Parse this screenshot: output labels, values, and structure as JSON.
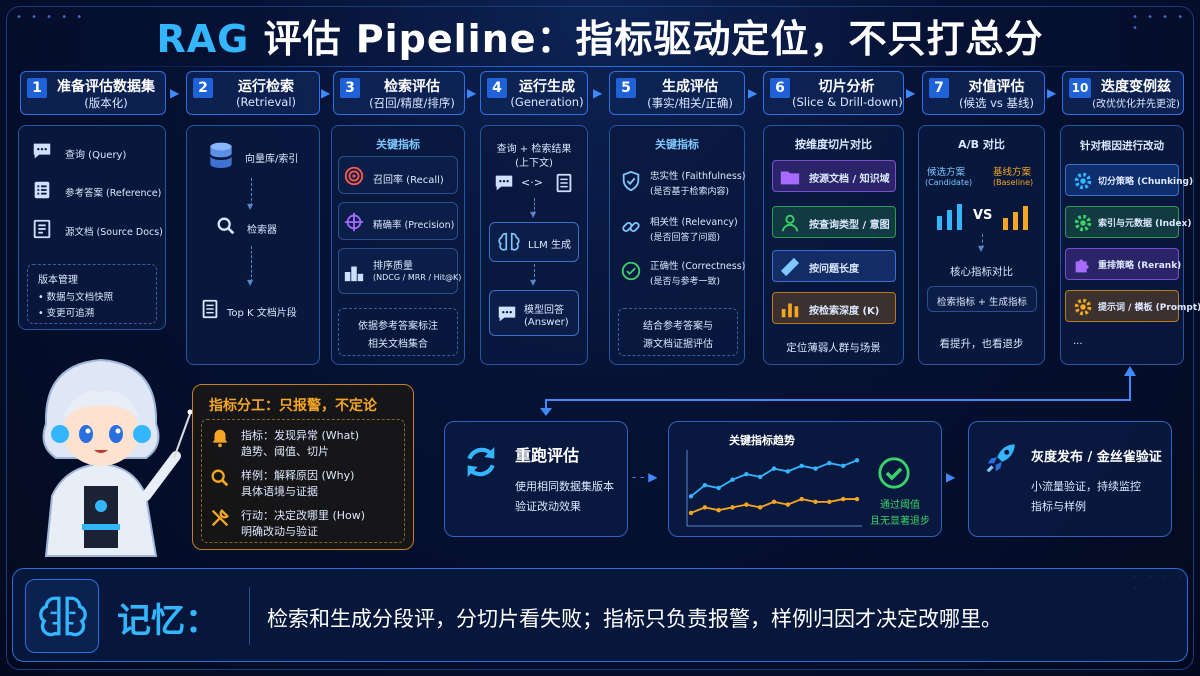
{
  "title": {
    "prefix": "RAG",
    "rest": " 评估 Pipeline：指标驱动定位，不只打总分"
  },
  "steps": [
    {
      "num": "1",
      "title": "准备评估数据集",
      "subtitle": "(版本化)"
    },
    {
      "num": "2",
      "title": "运行检索",
      "subtitle": "(Retrieval)"
    },
    {
      "num": "3",
      "title": "检索评估",
      "subtitle": "(召回/精度/排序)"
    },
    {
      "num": "4",
      "title": "运行生成",
      "subtitle": "(Generation)"
    },
    {
      "num": "5",
      "title": "生成评估",
      "subtitle": "(事实/相关/正确)"
    },
    {
      "num": "6",
      "title": "切片分析",
      "subtitle": "(Slice & Drill-down)"
    },
    {
      "num": "7",
      "title": "对值评估",
      "subtitle": "(候选 vs 基线)"
    },
    {
      "num": "10",
      "title": "迭度变例兹",
      "subtitle": "(改优优化并先更淀)"
    }
  ],
  "p1": {
    "query": "查询 (Query)",
    "reference": "参考答案 (Reference)",
    "source": "源文档 (Source Docs)",
    "version_title": "版本管理",
    "version_1": "• 数据与文档快照",
    "version_2": "• 变更可追溯"
  },
  "p2": {
    "db": "向量库/索引",
    "retriever": "检索器",
    "topk": "Top K 文档片段"
  },
  "p3": {
    "header": "关键指标",
    "m1": "召回率 (Recall)",
    "m2": "精确率 (Precision)",
    "m3": "排序质量",
    "m3_sub": "(NDCG / MRR / Hit@K)",
    "note_1": "依据参考答案标注",
    "note_2": "相关文档集合"
  },
  "p4": {
    "input_1": "查询 + 检索结果",
    "input_2": "(上下文)",
    "llm": "LLM 生成",
    "answer_1": "模型回答",
    "answer_2": "(Answer)"
  },
  "p5": {
    "header": "关键指标",
    "m1": "忠实性 (Faithfulness)",
    "m1_sub": "(是否基于检索内容)",
    "m2": "相关性 (Relevancy)",
    "m2_sub": "(是否回答了问题)",
    "m3": "正确性 (Correctness)",
    "m3_sub": "(是否与参考一致)",
    "note_1": "结合参考答案与",
    "note_2": "源文档证据评估"
  },
  "p6": {
    "header": "按维度切片对比",
    "items": [
      "按源文档 / 知识域",
      "按查询类型 / 意图",
      "按问题长度",
      "按检索深度 (K)"
    ],
    "footer": "定位薄弱人群与场景"
  },
  "p7": {
    "header": "A/B 对比",
    "cand_1": "候选方案",
    "cand_2": "(Candidate)",
    "vs": "VS",
    "base_1": "基线方案",
    "base_2": "(Baseline)",
    "core": "核心指标对比",
    "metrics": "检索指标 + 生成指标",
    "footer": "看提升，也看退步"
  },
  "p8": {
    "header": "针对根因进行改动",
    "items": [
      "切分策略 (Chunking)",
      "索引与元数据 (Index)",
      "重排策略 (Rerank)",
      "提示词 / 模板 (Prompt)"
    ],
    "more": "..."
  },
  "roles": {
    "title": "指标分工：只报警，不定论",
    "r1_title": "指标：发现异常 (What)",
    "r1_sub": "趋势、阈值、切片",
    "r2_title": "样例：解释原因 (Why)",
    "r2_sub": "具体语境与证据",
    "r3_title": "行动：决定改哪里 (How)",
    "r3_sub": "明确改动与验证"
  },
  "rerun": {
    "title": "重跑评估",
    "line1": "使用相同数据集版本",
    "line2": "验证改动效果"
  },
  "trend": {
    "title": "关键指标趋势",
    "pass_1": "通过阈值",
    "pass_2": "且无显著退步"
  },
  "release": {
    "title": "灰度发布 / 金丝雀验证",
    "line1": "小流量验证，持续监控",
    "line2": "指标与样例"
  },
  "memory": {
    "label": "记忆：",
    "text": "检索和生成分段评，分切片看失败；指标只负责报警，样例归因才决定改哪里。"
  },
  "colors": {
    "accent": "#34b6ff",
    "orange": "#f5a623",
    "green": "#3ad16b",
    "purple": "#a56cff",
    "red": "#ff5a4a",
    "blue": "#2d6fe4"
  },
  "chart_data": {
    "type": "line",
    "title": "关键指标趋势",
    "x": [
      1,
      2,
      3,
      4,
      5,
      6,
      7,
      8,
      9,
      10,
      11,
      12,
      13
    ],
    "series": [
      {
        "values": [
          5,
          7,
          6.5,
          8,
          9,
          8.5,
          10,
          9.5,
          10.5,
          10,
          11,
          10.5,
          11.5
        ]
      },
      {
        "values": [
          2,
          3,
          2.5,
          3,
          3.5,
          3,
          4,
          3.5,
          4.5,
          4,
          4,
          4.5,
          4.5
        ]
      }
    ],
    "ylim": [
      0,
      13
    ],
    "grid": false
  }
}
